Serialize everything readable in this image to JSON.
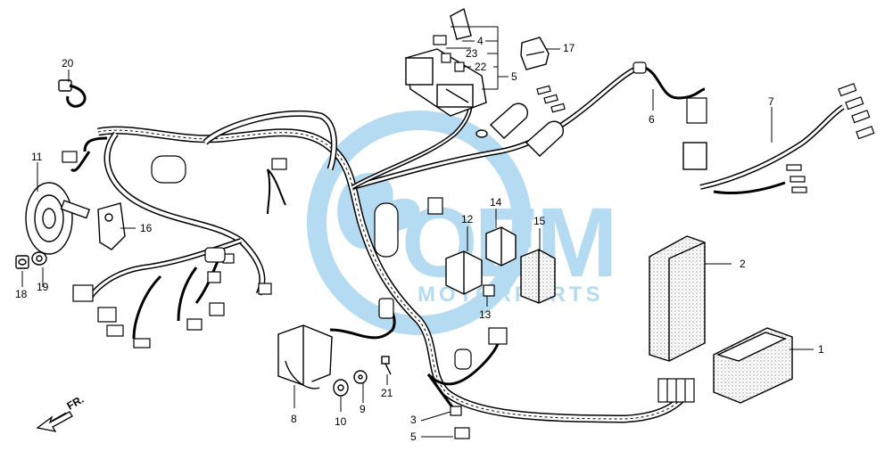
{
  "callouts": [
    {
      "id": "c20",
      "text": "20"
    },
    {
      "id": "c11",
      "text": "11"
    },
    {
      "id": "c16",
      "text": "16"
    },
    {
      "id": "c18",
      "text": "18"
    },
    {
      "id": "c19",
      "text": "19"
    },
    {
      "id": "c4",
      "text": "4"
    },
    {
      "id": "c23",
      "text": "23"
    },
    {
      "id": "c22",
      "text": "22"
    },
    {
      "id": "c5top",
      "text": "5"
    },
    {
      "id": "c17",
      "text": "17"
    },
    {
      "id": "c6",
      "text": "6"
    },
    {
      "id": "c7",
      "text": "7"
    },
    {
      "id": "c12",
      "text": "12"
    },
    {
      "id": "c14",
      "text": "14"
    },
    {
      "id": "c15",
      "text": "15"
    },
    {
      "id": "c13",
      "text": "13"
    },
    {
      "id": "c2",
      "text": "2"
    },
    {
      "id": "c1",
      "text": "1"
    },
    {
      "id": "c8",
      "text": "8"
    },
    {
      "id": "c10",
      "text": "10"
    },
    {
      "id": "c9",
      "text": "9"
    },
    {
      "id": "c21",
      "text": "21"
    },
    {
      "id": "c3",
      "text": "3"
    },
    {
      "id": "c5bot",
      "text": "5"
    }
  ],
  "front_marker": "FR.",
  "watermark": {
    "brand": "OEM",
    "sub": "MOTORPARTS",
    "color": "#2b9bd8"
  },
  "colors": {
    "ink": "#000000",
    "watermark": "#2b9bd8",
    "stipple": "#8a8a8a"
  }
}
